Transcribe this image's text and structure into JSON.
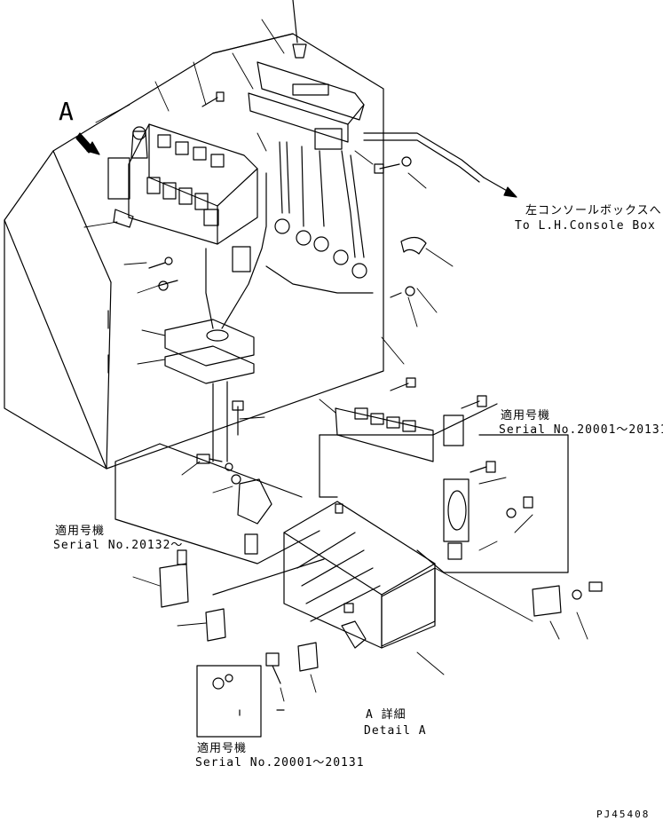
{
  "view_label": "A",
  "console_note": {
    "jp": "左コンソールボックスへ",
    "en": "To L.H.Console Box"
  },
  "serial_right": {
    "jp": "適用号機",
    "en": "Serial No.20001～20131"
  },
  "serial_left": {
    "jp": "適用号機",
    "en": "Serial No.20132～"
  },
  "serial_bottom": {
    "jp": "適用号機",
    "en": "Serial No.20001～20131"
  },
  "detail": {
    "jp": "A 詳細",
    "en": "Detail A"
  },
  "drawing_code": "PJ45408"
}
